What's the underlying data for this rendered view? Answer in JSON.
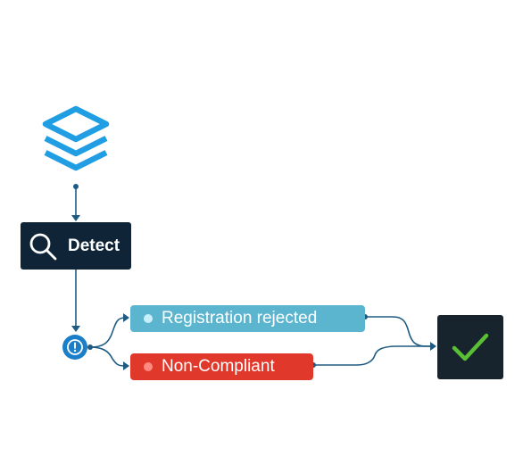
{
  "diagram": {
    "source_icon": "layers-stack-icon",
    "detect": {
      "icon": "magnifier-icon",
      "label": "Detect"
    },
    "decision_icon": "alert-circle-icon",
    "outcomes": [
      {
        "label": "Registration rejected",
        "color": "#5cb5cf"
      },
      {
        "label": "Non-Compliant",
        "color": "#e0382a"
      }
    ],
    "end_icon": "checkmark-icon",
    "colors": {
      "connector": "#1e5b82",
      "detect_bg": "#0f2537",
      "end_bg": "#17242d",
      "check": "#5bbf35",
      "stack": "#1f9ee3",
      "alert": "#1b7ec8"
    }
  }
}
